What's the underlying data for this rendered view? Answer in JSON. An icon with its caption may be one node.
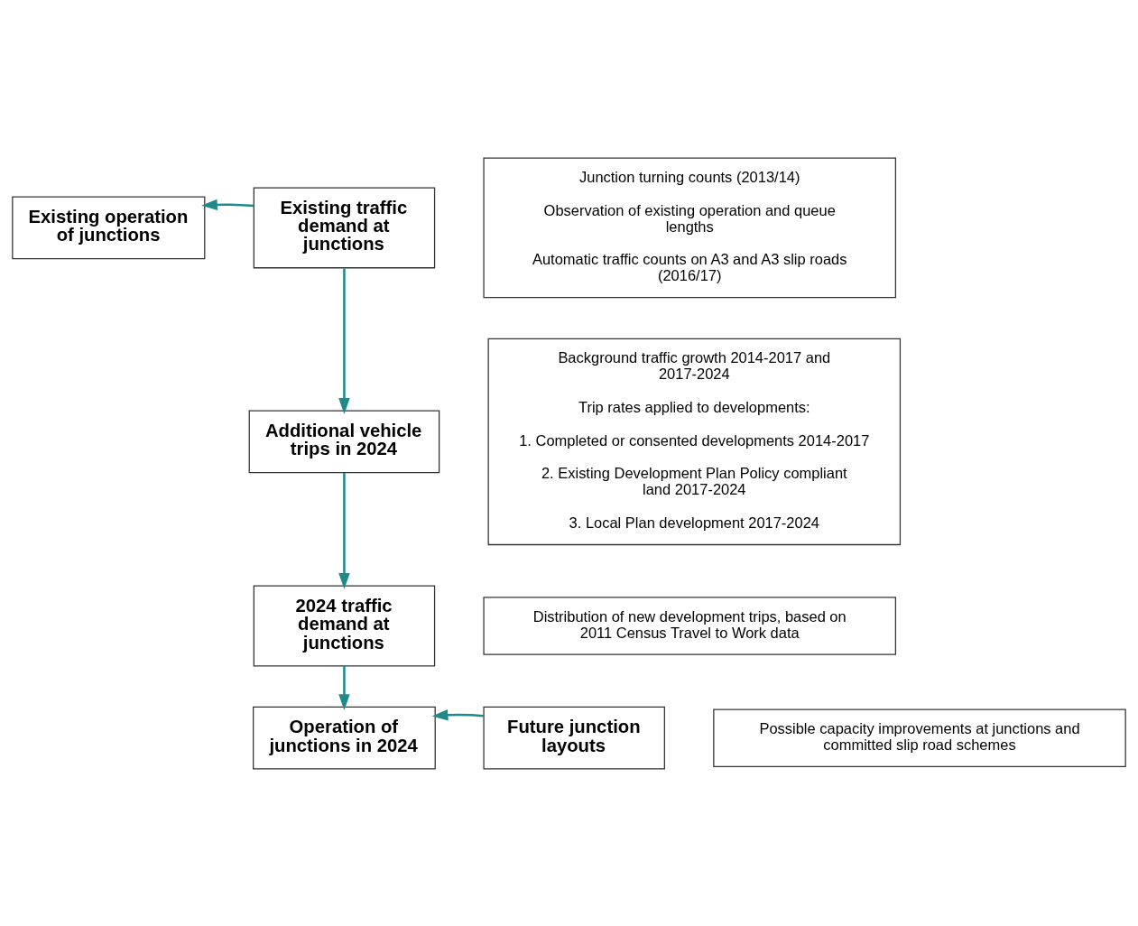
{
  "diagram": {
    "nodes": [
      {
        "text": [
          "Existing operation of junctions"
        ]
      },
      {
        "text": [
          "Existing traffic demand at junctions"
        ]
      },
      {
        "text": [
          "Junction turning counts (2013/14)",
          "Observation of existing operation and queue lengths",
          "Automatic traffic counts on A3 and A3 slip roads (2016/17)"
        ]
      },
      {
        "text": [
          "Additional vehicle trips in 2024"
        ]
      },
      {
        "text": [
          "Background traffic growth 2014-2017 and 2017-2024",
          "Trip rates applied to developments:",
          "1. Completed or consented developments 2014-2017",
          "2. Existing Development Plan Policy compliant land 2017-2024",
          "3. Local Plan development 2017-2024"
        ]
      },
      {
        "text": [
          "2024 traffic demand at junctions"
        ]
      },
      {
        "text": [
          "Distribution of new development trips, based on 2011 Census Travel to Work data"
        ]
      },
      {
        "text": [
          "Operation of junctions in 2024"
        ]
      },
      {
        "text": [
          "Future junction layouts"
        ]
      },
      {
        "text": [
          "Possible capacity improvements at junctions and committed slip road schemes"
        ]
      }
    ],
    "edges": [
      {
        "from": 1,
        "to": 0,
        "arrow": "to",
        "color": "#1f8a8a"
      },
      {
        "from": 1,
        "to": 3,
        "arrow": "to",
        "color": "#1f8a8a"
      },
      {
        "from": 3,
        "to": 5,
        "arrow": "to",
        "color": "#1f8a8a"
      },
      {
        "from": 5,
        "to": 7,
        "arrow": "to",
        "color": "#1f8a8a"
      },
      {
        "from": 8,
        "to": 7,
        "arrow": "to",
        "color": "#1f8a8a"
      }
    ]
  }
}
